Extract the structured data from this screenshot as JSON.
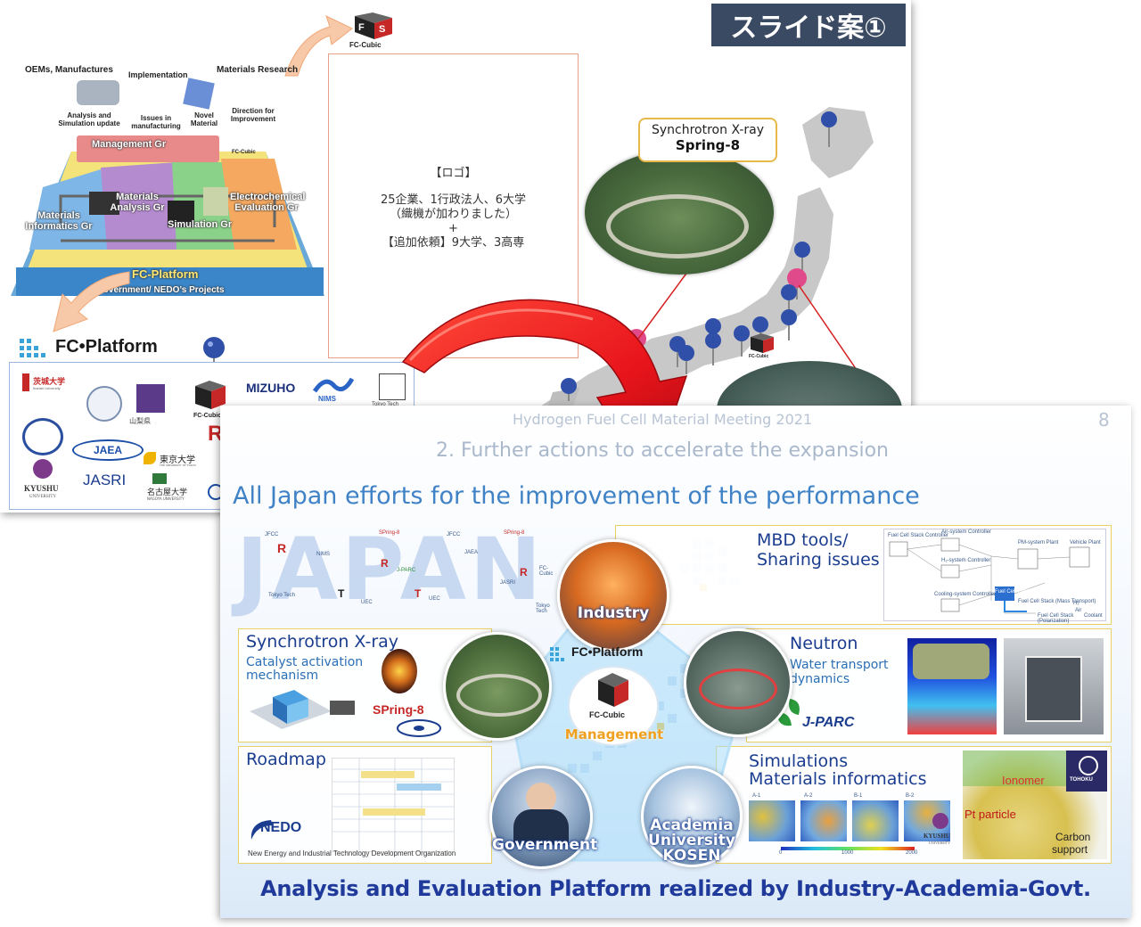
{
  "back_slide": {
    "tag": "スライド案①",
    "fc_cubic_label": "FC-Cubic",
    "logo_box": {
      "l1": "【ロゴ】",
      "l2": "25企業、1行政法人、6大学",
      "l3": "（織機が加わりました）",
      "l4": "+",
      "l5": "【追加依頼】9大学、3高専"
    },
    "pyramid": {
      "oems": "OEMs, Manufactures",
      "implementation": "Implementation",
      "materials_research": "Materials Research",
      "analysis_sim": "Analysis and Simulation update",
      "issues": "Issues in manufacturing",
      "novel": "Novel Material",
      "direction": "Direction for Improvement",
      "mgmt_gr": "Management Gr",
      "mat_analysis_gr": "Materials Analysis Gr",
      "simulation_gr": "Simulation Gr",
      "electro_gr": "Electrochemical Evaluation Gr",
      "mat_info_gr": "Materials Informatics Gr",
      "fc_platform": "FC-Platform",
      "govt": "Government/ NEDO’s Projects",
      "fc_cubic_small": "FC-Cubic"
    },
    "fc_platform_logo": "FC•Platform",
    "logos": {
      "ibaraki": "茨城大学",
      "ibaraki_en": "Ibaraki University",
      "yamanashi": "山梨県",
      "fc_cubic": "FC-Cubic",
      "mizuho": "MIZUHO",
      "nims": "NIMS",
      "tokyotech": "Tokyo Tech",
      "jaea": "JAEA",
      "kyushu": "KYUSHU",
      "kyushu_sub": "UNIVERSITY",
      "jasri": "JASRI",
      "todai": "東京大学",
      "todai_en": "THE UNIVERSITY OF TOKYO",
      "nagoya": "名古屋大学",
      "nagoya_en": "NAGOYA UNIVERSITY",
      "r": "R"
    },
    "spring8_callout": {
      "l1": "Synchrotron X-ray",
      "l2": "Spring-8"
    },
    "map_fc_cubic": "FC-Cubic"
  },
  "front_slide": {
    "meeting": "Hydrogen Fuel Cell Material Meeting  2021",
    "page_no": "8",
    "section": "2. Further actions to accelerate the expansion",
    "headline": "All Japan efforts for the improvement of the performance",
    "japan_word": "JAPAN",
    "logo_texts": [
      "JFCC",
      "SPring-8",
      "NIMS",
      "JASRI",
      "JAEA",
      "UEC",
      "FC-Cubic",
      "J-PARC",
      "Tokyo Tech",
      "R",
      "T"
    ],
    "panels": {
      "mbd": {
        "t1": "MBD tools/",
        "t2": "Sharing issues",
        "diagram": [
          "Fuel Cell Stack Controller",
          "Air-system Controller",
          "H₂-system Controller",
          "PM-system Plant",
          "Vehicle Plant",
          "Cooling-system Controller",
          "Fuel Cell System Plant",
          "Fuel Cell Stack (Mass Transport)",
          "Fuel Cell Stack (Polarization)",
          "H₂",
          "Air",
          "Coolant"
        ]
      },
      "sync": {
        "t": "Synchrotron X-ray",
        "s1": "Catalyst activation",
        "s2": "mechanism",
        "spring8": "SPring-8"
      },
      "neutron": {
        "t": "Neutron",
        "s1": "Water transport",
        "s2": "dynamics",
        "jparc": "J-PARC"
      },
      "roadmap": {
        "t": "Roadmap",
        "nedo": "NEDO",
        "nedo_full": "New Energy and Industrial Technology Development Organization"
      },
      "sim": {
        "t1": "Simulations",
        "t2": "Materials informatics",
        "axis": [
          "A-1",
          "A-2",
          "B-1",
          "B-2"
        ],
        "scale": [
          "0",
          "1000",
          "2000"
        ],
        "kyushu": "KYUSHU",
        "kyushu_sub": "UNIVERSITY",
        "ionomer": "Ionomer",
        "pt": "Pt particle",
        "carbon1": "Carbon",
        "carbon2": "support",
        "tohoku": "TOHOKU"
      }
    },
    "center": {
      "industry": "Industry",
      "fc_platform": "FC•Platform",
      "fc_cubic": "FC-Cubic",
      "management": "Management",
      "government": "Government",
      "academia1": "Academia",
      "academia2": "University",
      "academia3": "KOSEN"
    },
    "footer": "Analysis and Evaluation Platform realized by Industry-Academia-Govt."
  },
  "colors": {
    "navy": "#1b3d8f",
    "blue": "#2b6fb6",
    "badge": "#3b4a63",
    "arrow_red": "#e8141b",
    "panel_border": "#e8cf66",
    "pin_blue": "#2f4fa8",
    "pin_pink": "#e04a8a"
  }
}
